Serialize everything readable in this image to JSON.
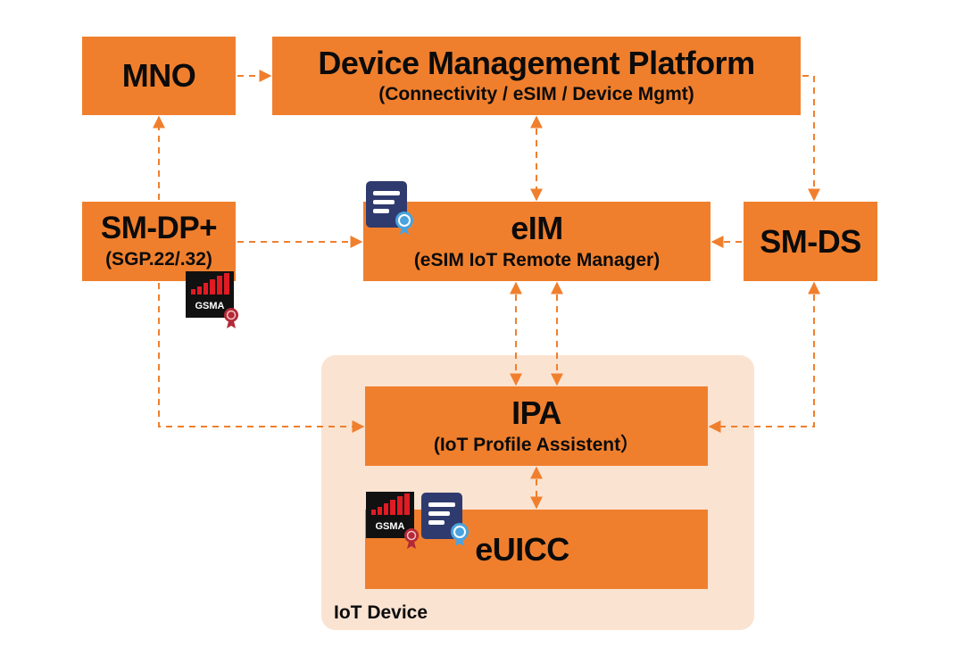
{
  "colors": {
    "box_fill": "#f07f2d",
    "region_fill": "#fbe3d2",
    "arrow": "#f07f2d",
    "text": "#0b0b0b",
    "cert_doc": "#2f3b6e",
    "cert_ribbon": "#4aa3df",
    "gsma_bg": "#111111",
    "gsma_red": "#e01b24"
  },
  "nodes": {
    "mno": {
      "title": "MNO"
    },
    "dmp": {
      "title": "Device Management Platform",
      "subtitle": "(Connectivity / eSIM / Device Mgmt)"
    },
    "smdp": {
      "title": "SM-DP+",
      "subtitle": "(SGP.22/.32)"
    },
    "eim": {
      "title": "eIM",
      "subtitle": "(eSIM IoT Remote Manager)"
    },
    "smds": {
      "title": "SM-DS"
    },
    "ipa": {
      "title": "IPA",
      "subtitle": "(IoT Profile Assistent）"
    },
    "euicc": {
      "title": "eUICC"
    }
  },
  "region": {
    "label": "IoT Device"
  },
  "badges": {
    "gsma_text": "GSMA",
    "certificate_icon": "certificate-icon",
    "gsma_icon": "gsma-logo-icon"
  }
}
